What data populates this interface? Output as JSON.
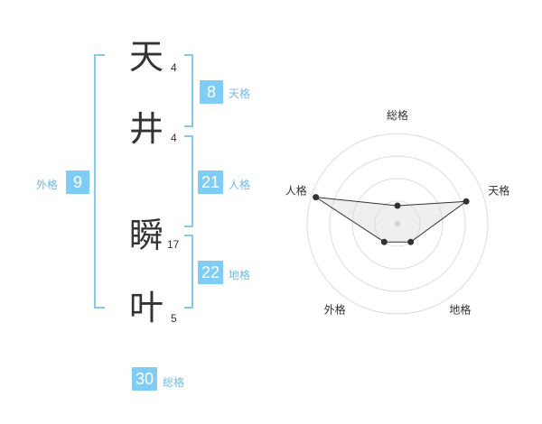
{
  "name": {
    "chars": [
      {
        "char": "天",
        "strokes": "4"
      },
      {
        "char": "井",
        "strokes": "4"
      },
      {
        "char": "瞬",
        "strokes": "17"
      },
      {
        "char": "叶",
        "strokes": "5"
      }
    ]
  },
  "kaku": {
    "tenkaku": {
      "value": "8",
      "label": "天格"
    },
    "jinkaku": {
      "value": "21",
      "label": "人格"
    },
    "chikaku": {
      "value": "22",
      "label": "地格"
    },
    "gaikaku": {
      "value": "9",
      "label": "外格"
    },
    "soukaku": {
      "value": "30",
      "label": "総格"
    }
  },
  "colors": {
    "accent": "#7fcdf5",
    "bracket": "#82c8f0",
    "label": "#6fbbe6",
    "text": "#333333"
  },
  "chart_data": {
    "type": "radar",
    "axes": [
      "総格",
      "天格",
      "地格",
      "外格",
      "人格"
    ],
    "values": [
      0.2,
      0.8,
      0.25,
      0.25,
      0.95
    ],
    "max": 1,
    "rings": 4
  }
}
